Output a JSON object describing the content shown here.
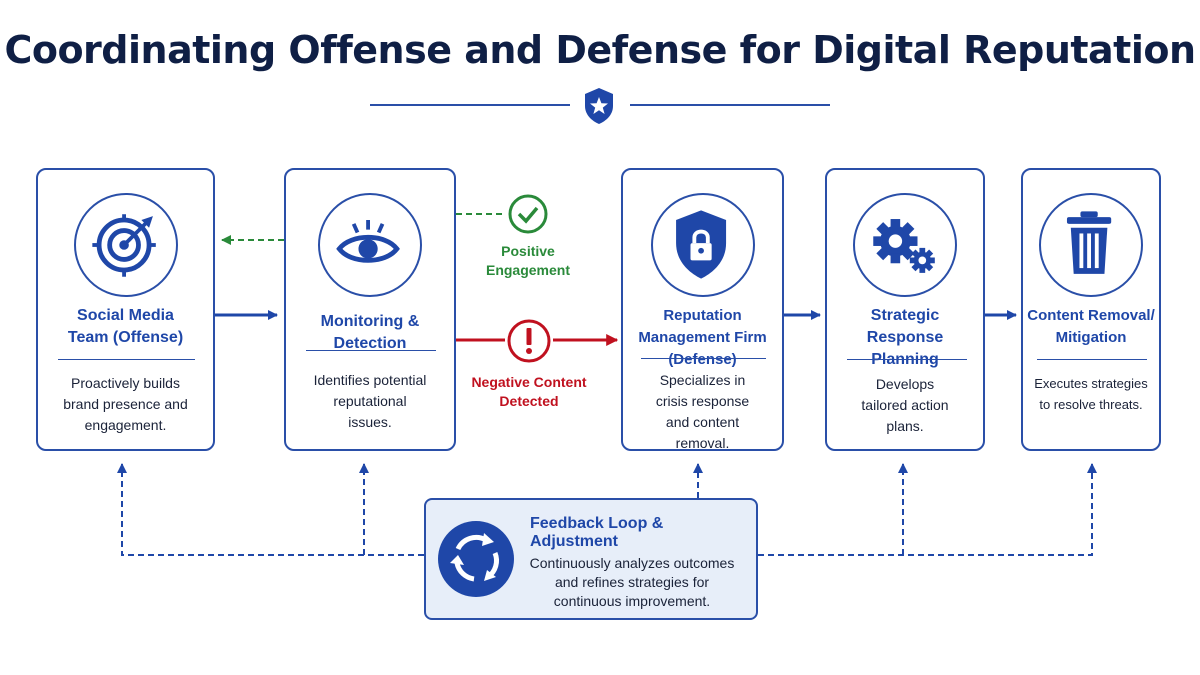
{
  "title": "Coordinating Offense and Defense for Digital Reputation",
  "colors": {
    "primary": "#1f47a8",
    "positive": "#2a8a3a",
    "negative": "#c0111f",
    "panel": "#e7eef9"
  },
  "cards": [
    {
      "icon": "target-icon",
      "title": "Social Media Team (Offense)",
      "desc": "Proactively builds brand presence and engagement."
    },
    {
      "icon": "eye-icon",
      "title": "Monitoring & Detection",
      "desc": "Identifies potential reputational issues."
    },
    {
      "icon": "shield-lock-icon",
      "title": "Reputation Management Firm (Defense)",
      "desc": "Specializes in crisis response and content removal."
    },
    {
      "icon": "gears-icon",
      "title": "Strategic Response Planning",
      "desc": "Develops tailored action plans."
    },
    {
      "icon": "trash-icon",
      "title": "Content Removal/ Mitigation",
      "desc": "Executes strategies to resolve threats."
    }
  ],
  "positive": {
    "icon": "checkmark-icon",
    "label": "Positive Engagement"
  },
  "negative": {
    "icon": "exclamation-icon",
    "label": "Negative Content Detected"
  },
  "feedback": {
    "icon": "cycle-arrows-icon",
    "title": "Feedback Loop & Adjustment",
    "desc": "Continuously analyzes outcomes and refines strategies for continuous improvement."
  }
}
